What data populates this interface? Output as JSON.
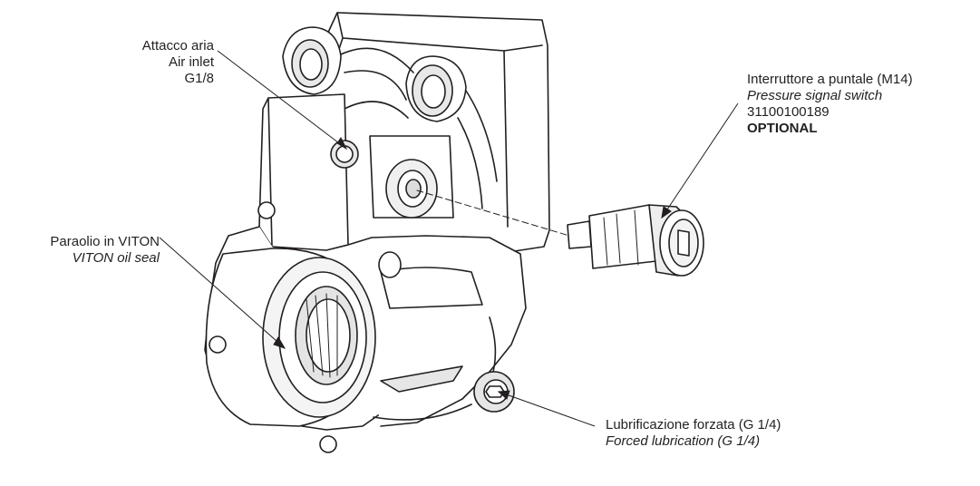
{
  "labels": {
    "air_inlet": {
      "it_name": "Attacco aria",
      "en_name": "Air inlet",
      "thread": "G1/8"
    },
    "pressure_switch": {
      "it_name": "Interruttore a puntale (M14)",
      "en_name": "Pressure signal switch",
      "code": "31100100189",
      "note": "OPTIONAL"
    },
    "oil_seal": {
      "it_name": "Paraolio in VITON",
      "en_name": "VITON oil seal"
    },
    "lubrication": {
      "it_name": "Lubrificazione forzata (G 1/4)",
      "en_name": "Forced lubrication (G 1/4)"
    }
  },
  "colors": {
    "ink": "#231f20",
    "background": "#ffffff",
    "shade": "#dcdcdc"
  }
}
